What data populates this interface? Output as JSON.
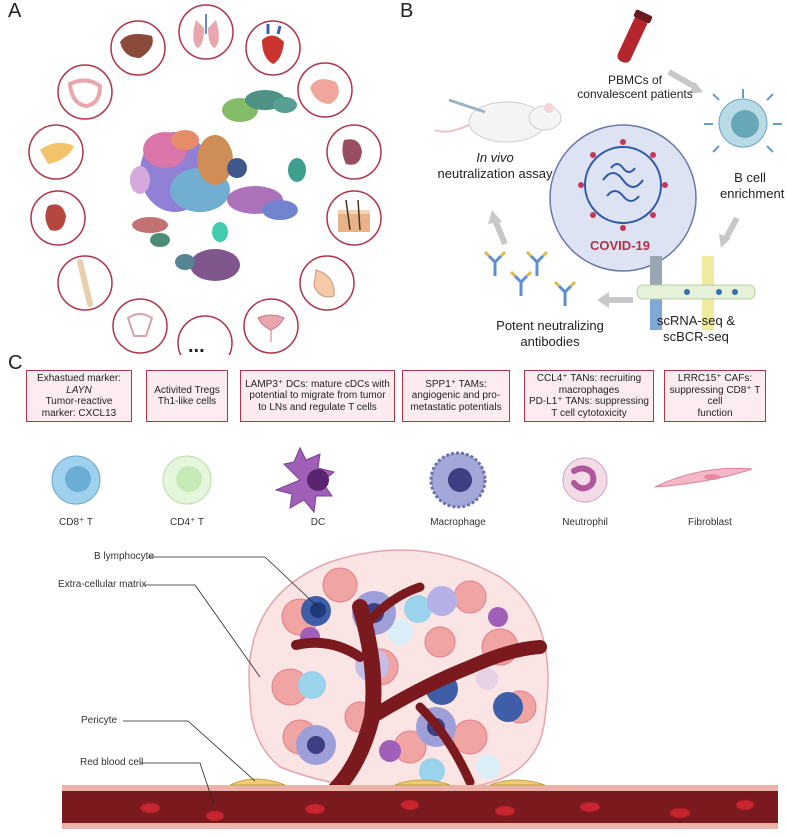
{
  "panels": {
    "a": "A",
    "b": "B",
    "c": "C"
  },
  "panel_a": {
    "ellipsis": "...",
    "organs": [
      "liver",
      "lungs",
      "heart",
      "stomach",
      "spleen",
      "skin",
      "breast",
      "uterus",
      "ellipsis",
      "reproductive",
      "bone",
      "kidney",
      "pancreas",
      "intestine"
    ]
  },
  "panel_b": {
    "pbmc": "PBMCs of\nconvalescent patients",
    "b_cell": "B cell\nenrichment",
    "seq": "scRNA-seq &\nscBCR-seq",
    "antibodies": "Potent neutralizing\nantibodies",
    "in_vivo_italic": "In vivo",
    "in_vivo_rest": "neutralization assay",
    "covid": "COVID-19"
  },
  "panel_c": {
    "boxes": [
      {
        "lines": [
          "Exhastued marker:",
          "LAYN",
          "Tumor-reactive",
          "marker: CXCL13"
        ]
      },
      {
        "lines": [
          "Activited Tregs",
          "Th1-like cells"
        ]
      },
      {
        "lines": [
          "LAMP3⁺ DCs: mature cDCs with",
          "potential to migrate from tumor",
          "to LNs and regulate T cells"
        ]
      },
      {
        "lines": [
          "SPP1⁺ TAMs:",
          "angiogenic and pro-",
          "metastatic potentials"
        ]
      },
      {
        "lines": [
          "CCL4⁺ TANs: recruiting",
          "macrophages",
          "PD-L1⁺ TANs: suppressing",
          "T cell cytotoxicity"
        ]
      },
      {
        "lines": [
          "LRRC15⁺ CAFs:",
          "suppressing CD8⁺ T cell",
          "function"
        ]
      }
    ],
    "cells": [
      "CD8⁺ T",
      "CD4⁺ T",
      "DC",
      "Macrophage",
      "Neutrophil",
      "Fibroblast"
    ],
    "annotations": {
      "b_lymphocyte": "B lymphocyte",
      "ecm": "Extra-cellular matrix",
      "pericyte": "Pericyte",
      "rbc": "Red blood cell"
    }
  },
  "colors": {
    "accent": "#b0344a",
    "vessel": "#7a1a1f",
    "box_fill": "#fdecef"
  }
}
